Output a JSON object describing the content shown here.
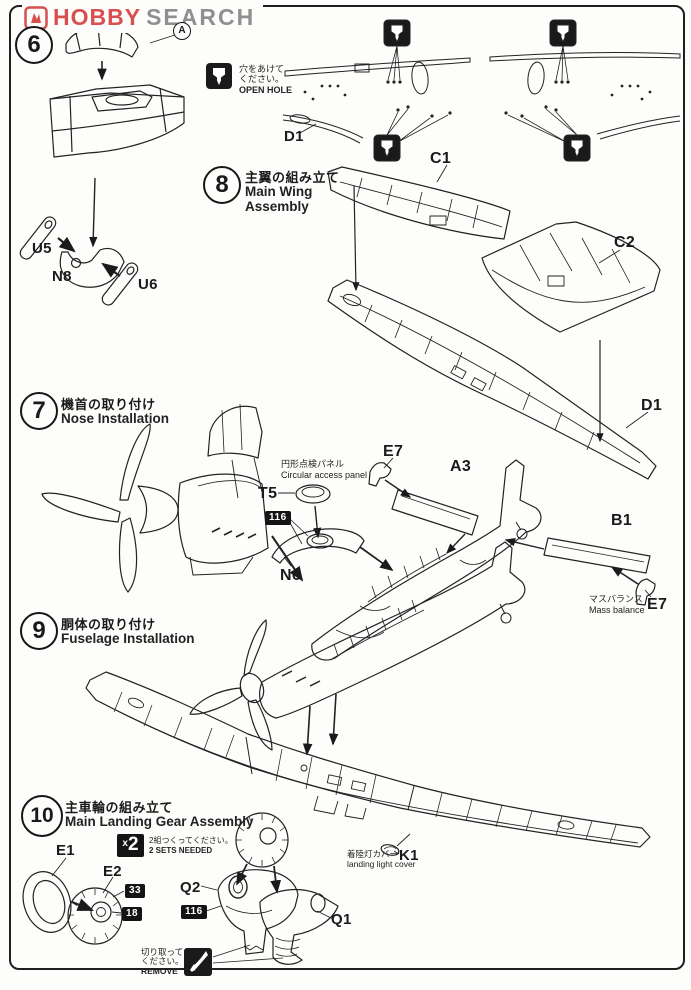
{
  "watermark": {
    "brand_a": "HOBBY",
    "brand_b": "SEARCH",
    "brand_a_color": "#d94f4f",
    "brand_b_color": "#8f8f8f"
  },
  "steps": {
    "s6": {
      "number": "6"
    },
    "s7": {
      "number": "7",
      "title_jp": "機首の取り付け",
      "title_en": "Nose Installation"
    },
    "s8": {
      "number": "8",
      "title_jp": "主翼の組み立て",
      "title_en_1": "Main Wing",
      "title_en_2": "Assembly"
    },
    "s9": {
      "number": "9",
      "title_jp": "胴体の取り付け",
      "title_en": "Fuselage Installation"
    },
    "s10": {
      "number": "10",
      "title_jp": "主車輪の組み立て",
      "title_en": "Main Landing Gear Assembly"
    }
  },
  "notes": {
    "open_hole": {
      "jp1": "穴をあけて",
      "jp2": "ください。",
      "en": "OPEN HOLE"
    },
    "circular_panel": {
      "jp": "円形点検パネル",
      "en": "Circular access panel"
    },
    "mass_balance": {
      "jp": "マスバランス",
      "en": "Mass balance"
    },
    "sets": {
      "qty_x": "x",
      "qty_n": "2",
      "jp": "2組つくってください。",
      "en": "2 SETS NEEDED"
    },
    "landing_light": {
      "jp": "着陸灯カバー",
      "en": "landing light cover"
    },
    "remove": {
      "jp1": "切り取って",
      "jp2": "ください。",
      "en": "REMOVE"
    }
  },
  "parts": {
    "a": "A",
    "u5": "U5",
    "n8": "N8",
    "u6": "U6",
    "c1": "C1",
    "c2": "C2",
    "d1": "D1",
    "e7": "E7",
    "t5": "T5",
    "n6": "N6",
    "a3": "A3",
    "b1": "B1",
    "e1": "E1",
    "e2": "E2",
    "q1": "Q1",
    "q2": "Q2",
    "k1": "K1"
  },
  "paint": {
    "p116": "116",
    "p33": "33",
    "p18": "18"
  }
}
